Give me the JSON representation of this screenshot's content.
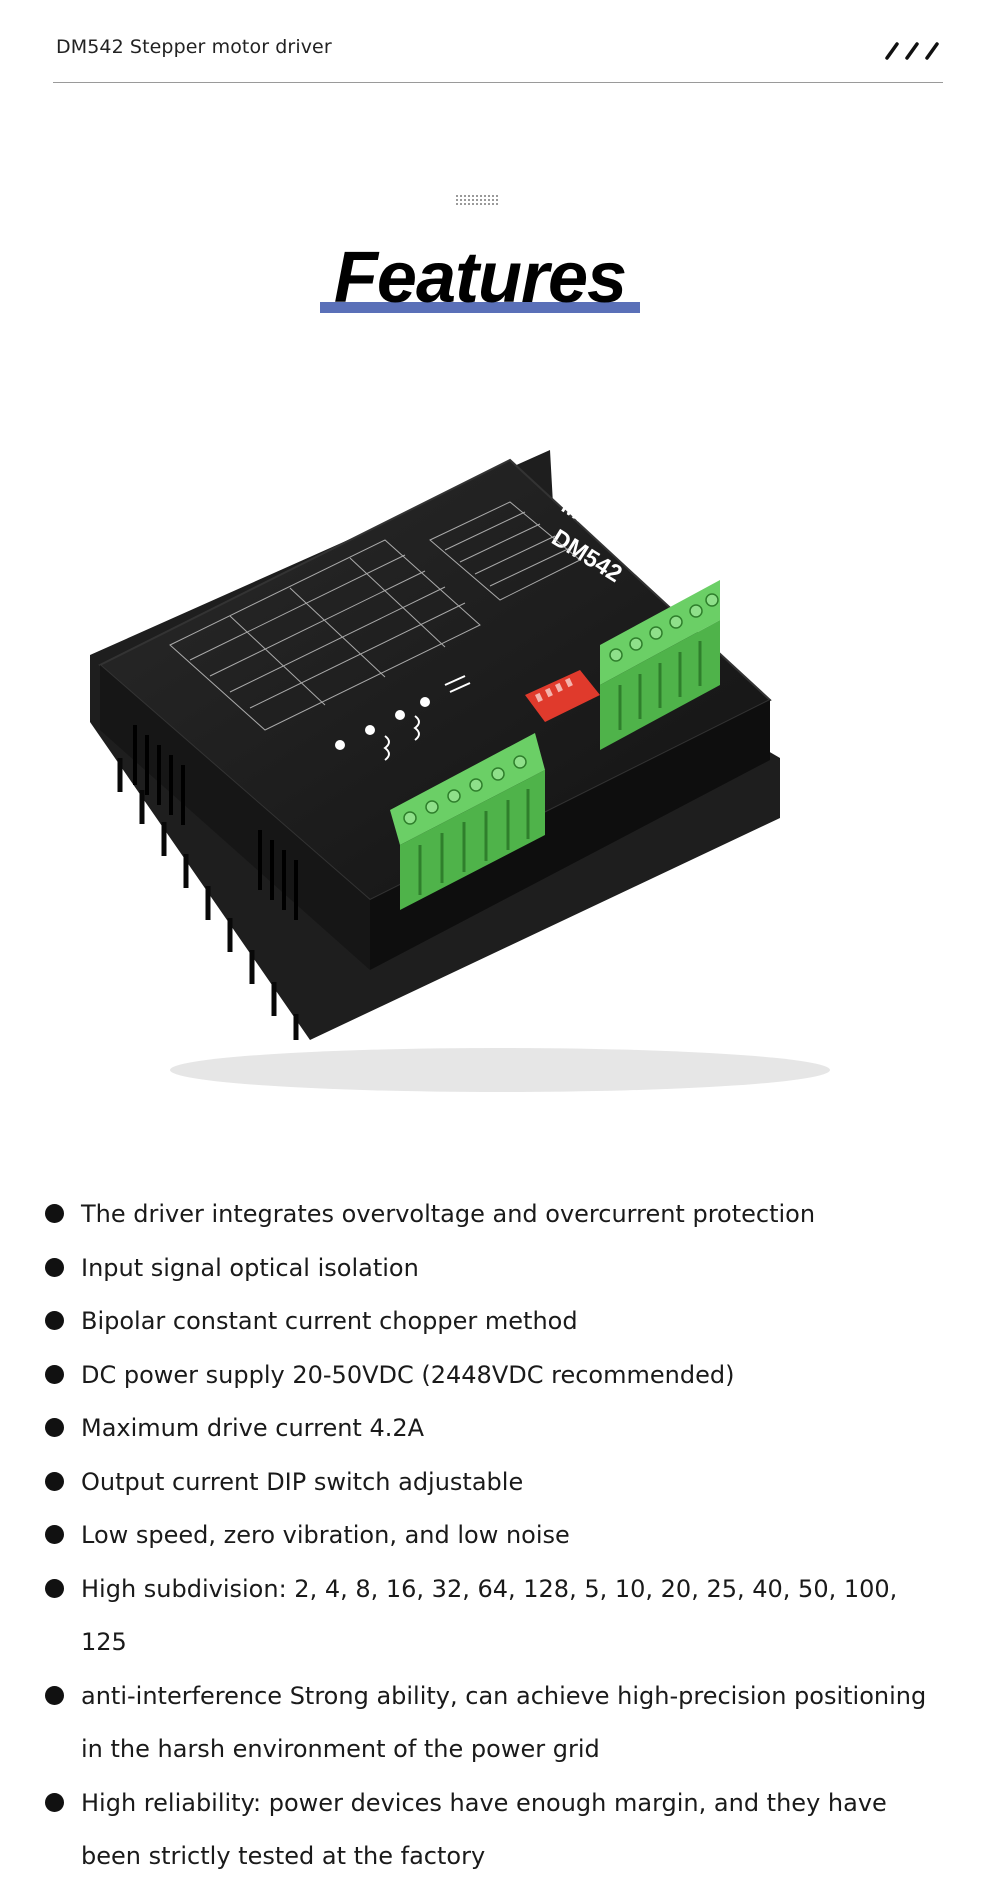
{
  "header": {
    "title": "DM542 Stepper motor driver"
  },
  "section": {
    "title": "Features"
  },
  "product": {
    "label_title": "Microstep Driver",
    "label_model": "DM542"
  },
  "features": [
    "The driver integrates overvoltage and overcurrent protection",
    "Input signal optical isolation",
    "Bipolar constant current chopper method",
    "DC power supply 20-50VDC (2448VDC recommended)",
    "Maximum drive current 4.2A",
    "Output current DIP switch adjustable",
    "Low speed, zero vibration, and low noise",
    "High subdivision: 2, 4, 8, 16, 32, 64, 128, 5, 10, 20, 25, 40, 50, 100, 125",
    "anti-interference Strong ability, can achieve high-precision positioning in the harsh environment of the power grid",
    "High reliability: power devices have enough margin, and they have been strictly tested at the factory"
  ],
  "colors": {
    "accent_bar": "#5a70b8",
    "terminal_green": "#5cc45a",
    "driver_body": "#1c1c1c",
    "dip_switch": "#e03a2c"
  }
}
